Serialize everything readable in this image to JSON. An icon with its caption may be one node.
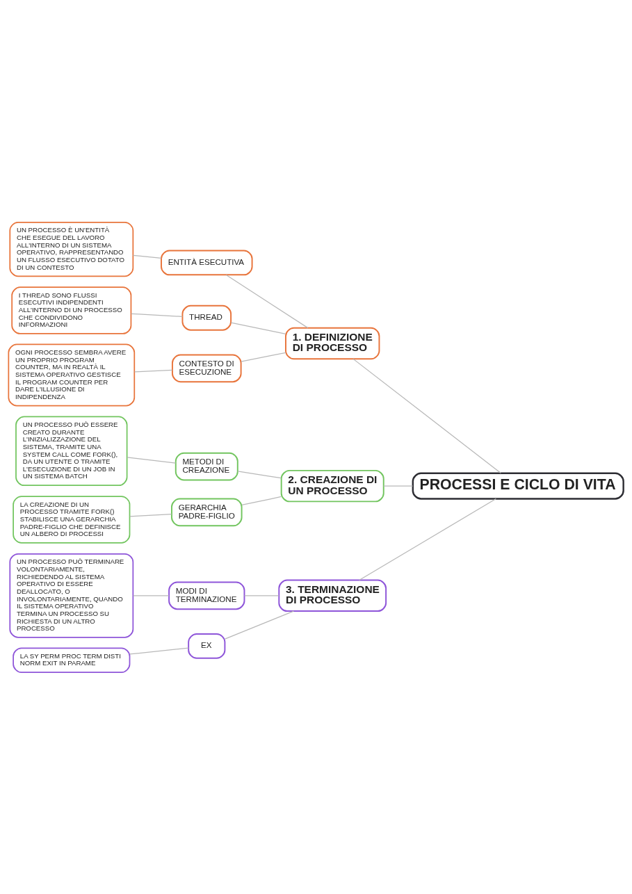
{
  "diagram": {
    "nodes": [
      {
        "text": [
          "PROCESSI E CICLO DI VITA"
        ]
      },
      {
        "text": [
          "1. DEFINIZIONE DI PROCESSO"
        ]
      },
      {
        "text": [
          "ENTITÀ ESECUTIVA"
        ]
      },
      {
        "text": [
          "UN PROCESSO È UN'ENTITÀ CHE ESEGUE DEL LAVORO ALL'INTERNO DI UN SISTEMA OPERATIVO, RAPPRESENTANDO UN FLUSSO ESECUTIVO DOTATO DI UN CONTESTO"
        ]
      },
      {
        "text": [
          "THREAD"
        ]
      },
      {
        "text": [
          "I THREAD SONO FLUSSI ESECUTIVI INDIPENDENTI ALL'INTERNO DI UN PROCESSO CHE CONDIVIDONO INFORMAZIONI"
        ]
      },
      {
        "text": [
          "CONTESTO DI ESECUZIONE"
        ]
      },
      {
        "text": [
          "OGNI PROCESSO SEMBRA AVERE UN PROPRIO PROGRAM COUNTER, MA IN REALTÀ IL SISTEMA OPERATIVO GESTISCE IL PROGRAM COUNTER PER DARE L'ILLUSIONE DI INDIPENDENZA"
        ]
      },
      {
        "text": [
          "2. CREAZIONE DI UN PROCESSO"
        ]
      },
      {
        "text": [
          "METODI DI CREAZIONE"
        ]
      },
      {
        "text": [
          "UN PROCESSO PUÒ ESSERE CREATO DURANTE L'INIZIALIZZAZIONE DEL SISTEMA, TRAMITE UNA SYSTEM CALL COME FORK(), DA UN UTENTE O TRAMITE L'ESECUZIONE DI UN JOB IN UN SISTEMA BATCH"
        ]
      },
      {
        "text": [
          "GERARCHIA PADRE-FIGLIO"
        ]
      },
      {
        "text": [
          "LA CREAZIONE DI UN PROCESSO TRAMITE FORK() STABILISCE UNA GERARCHIA PADRE-FIGLIO CHE DEFINISCE UN ALBERO DI PROCESSI"
        ]
      },
      {
        "text": [
          "3. TERMINAZIONE DI PROCESSO"
        ]
      },
      {
        "text": [
          "MODI DI TERMINAZIONE"
        ]
      },
      {
        "text": [
          "UN PROCESSO PUÒ TERMINARE VOLONTARIAMENTE, RICHIEDENDO AL SISTEMA OPERATIVO DI ESSERE DEALLOCATO, O INVOLONTARIAMENTE, QUANDO IL SISTEMA OPERATIVO TERMINA UN PROCESSO SU RICHIESTA DI UN ALTRO PROCESSO"
        ]
      },
      {
        "text": [
          "EX"
        ]
      },
      {
        "text": [
          "LA SY PERM PROC TERM DISTI NORM EXIT IN PARAME"
        ]
      }
    ],
    "edges": [
      {
        "from": 0,
        "to": 1,
        "arrow": "none"
      },
      {
        "from": 1,
        "to": 2,
        "arrow": "none"
      },
      {
        "from": 2,
        "to": 3,
        "arrow": "none"
      },
      {
        "from": 1,
        "to": 4,
        "arrow": "none"
      },
      {
        "from": 4,
        "to": 5,
        "arrow": "none"
      },
      {
        "from": 1,
        "to": 6,
        "arrow": "none"
      },
      {
        "from": 6,
        "to": 7,
        "arrow": "none"
      },
      {
        "from": 0,
        "to": 8,
        "arrow": "none"
      },
      {
        "from": 8,
        "to": 9,
        "arrow": "none"
      },
      {
        "from": 9,
        "to": 10,
        "arrow": "none"
      },
      {
        "from": 8,
        "to": 11,
        "arrow": "none"
      },
      {
        "from": 11,
        "to": 12,
        "arrow": "none"
      },
      {
        "from": 0,
        "to": 13,
        "arrow": "none"
      },
      {
        "from": 13,
        "to": 14,
        "arrow": "none"
      },
      {
        "from": 14,
        "to": 15,
        "arrow": "none"
      },
      {
        "from": 13,
        "to": 16,
        "arrow": "none"
      },
      {
        "from": 16,
        "to": 17,
        "arrow": "none"
      }
    ]
  }
}
